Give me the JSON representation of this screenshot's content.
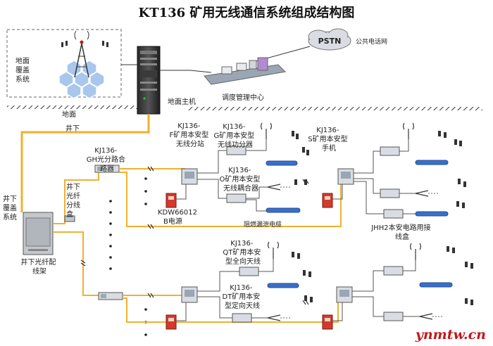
{
  "title": "KT136 矿用无线通信系统组成结构图",
  "surface": {
    "coverage_label": [
      "地面",
      "覆盖",
      "系统"
    ],
    "ground_label": "地面",
    "host_label": "地面主机",
    "pstn_label": "PSTN",
    "public_network_label": "公共电话网",
    "dispatch_label": "调度管理中心"
  },
  "underground": {
    "level_label": "井下",
    "coverage_label": [
      "井下",
      "覆盖",
      "系统"
    ],
    "fiber_frame_label": [
      "井下光纤配",
      "线架"
    ],
    "fiber_box_label": [
      "井下",
      "光纤",
      "分线",
      "盒"
    ],
    "gh_label": [
      "KJ136-",
      "GH光分路合",
      "路器"
    ],
    "f_label": [
      "KJ136-",
      "F矿用本安型",
      "无线分站"
    ],
    "g_label": [
      "KJ136-",
      "G矿用本安型",
      "无线功分器"
    ],
    "o_label": [
      "KJ136-",
      "O矿用本安型",
      "无线耦合器"
    ],
    "s_label": [
      "KJ136-",
      "S矿用本安型",
      "手机"
    ],
    "power_label": [
      "KDW66012",
      "B电源"
    ],
    "cable_label": "阻燃漏泄电缆",
    "jhh2_label": [
      "JHH2本安电路用接",
      "线盒"
    ],
    "qt_label": [
      "KJ136-",
      "QT矿用本安",
      "型全向天线"
    ],
    "dt_label": [
      "KJ136-",
      "DT矿用本安",
      "型定向天线"
    ]
  },
  "watermark": "ynmtw.cn",
  "colors": {
    "fiber": "#f0b030",
    "coax": "#555555",
    "device": "#d9dde3",
    "power": "#d23a2a",
    "leaky_cable": "#3a6fc9"
  }
}
